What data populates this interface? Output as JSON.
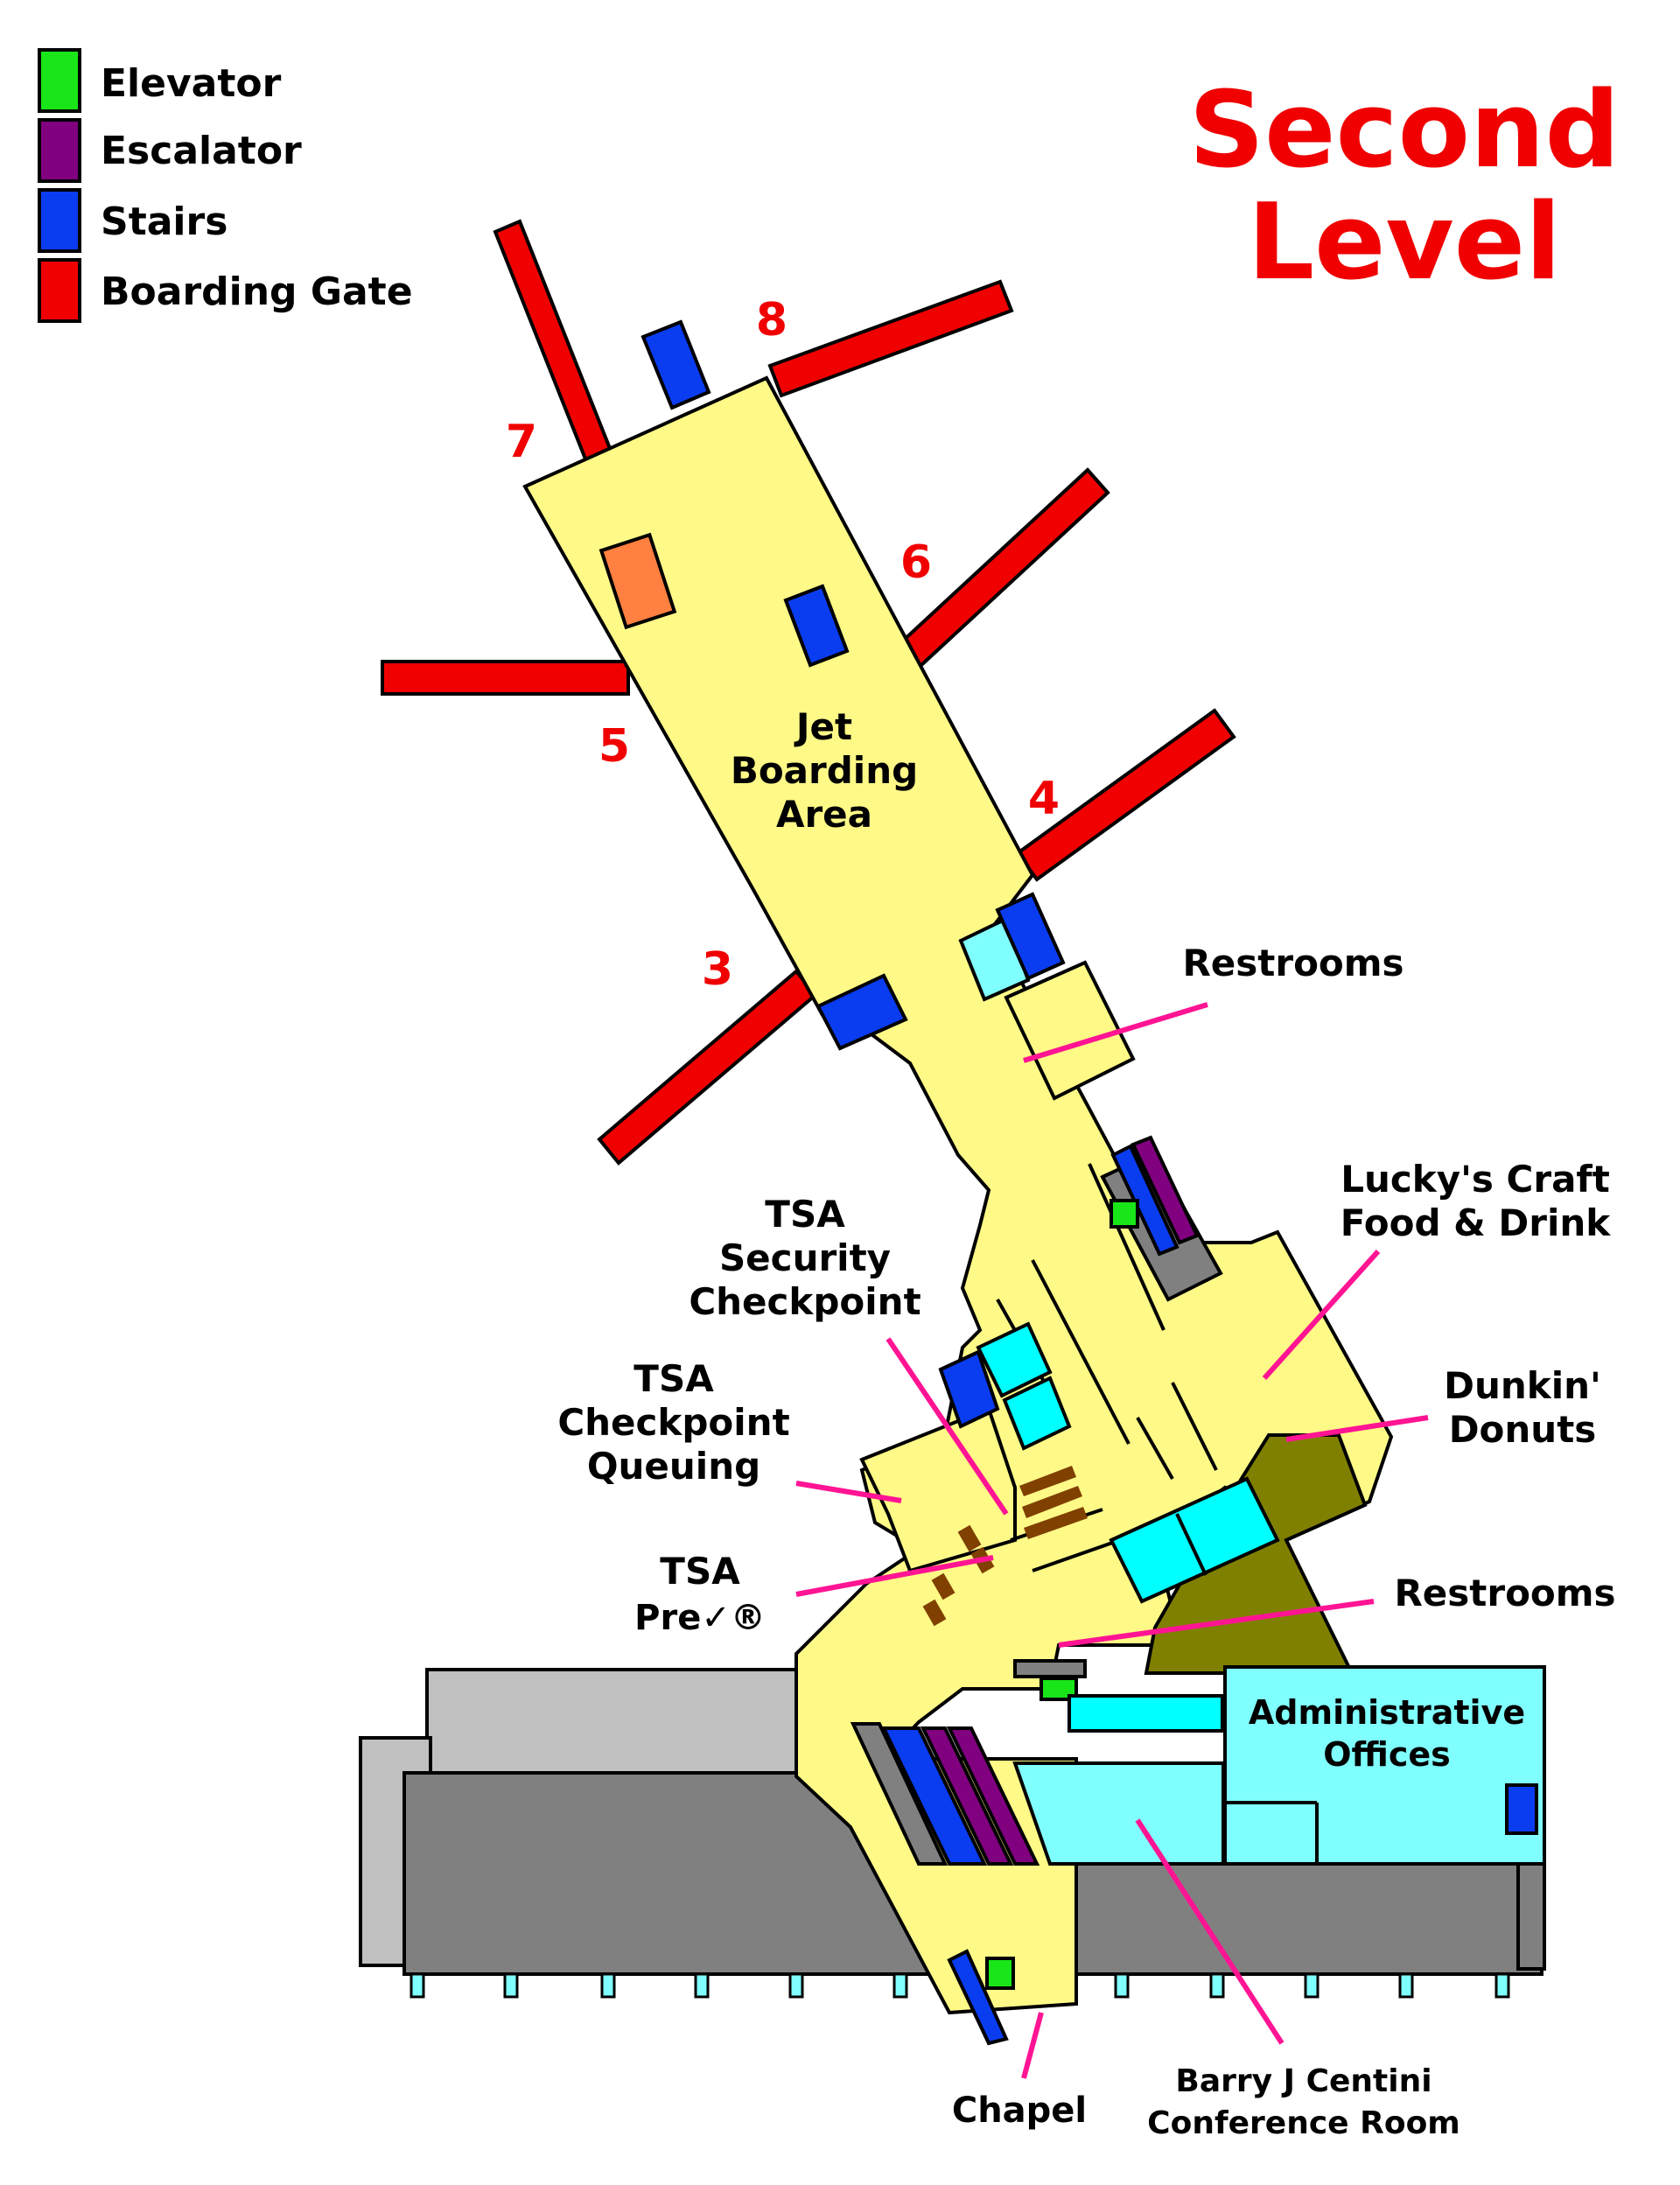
{
  "title": {
    "line1": "Second",
    "line2": "Level"
  },
  "legend": [
    {
      "label": "Elevator",
      "color": "#19e619"
    },
    {
      "label": "Escalator",
      "color": "#800080"
    },
    {
      "label": "Stairs",
      "color": "#0a3cf0"
    },
    {
      "label": "Boarding Gate",
      "color": "#f00000"
    }
  ],
  "gates": [
    "8",
    "7",
    "6",
    "5",
    "4",
    "3"
  ],
  "areas": {
    "jet_boarding": [
      "Jet",
      "Boarding",
      "Area"
    ],
    "restrooms_upper": "Restrooms",
    "luckys": [
      "Lucky's Craft",
      "Food & Drink"
    ],
    "tsa_security": [
      "TSA",
      "Security",
      "Checkpoint"
    ],
    "tsa_queuing": [
      "TSA",
      "Checkpoint",
      "Queuing"
    ],
    "dunkin": [
      "Dunkin'",
      "Donuts"
    ],
    "tsa_pre": [
      "TSA",
      "Pre✓®"
    ],
    "restrooms_lower": "Restrooms",
    "admin": [
      "Administrative",
      "Offices"
    ],
    "chapel": "Chapel",
    "conference": [
      "Barry J Centini",
      "Conference Room"
    ]
  },
  "colors": {
    "concourse": "#fffa87",
    "gate": "#f00000",
    "stairs": "#0a3cf0",
    "escalator": "#800080",
    "elevator": "#19e619",
    "restroom": "#00ffff",
    "office": "#80ffff",
    "service": "#808080",
    "food": "#808000",
    "pointer": "#ff1493"
  }
}
